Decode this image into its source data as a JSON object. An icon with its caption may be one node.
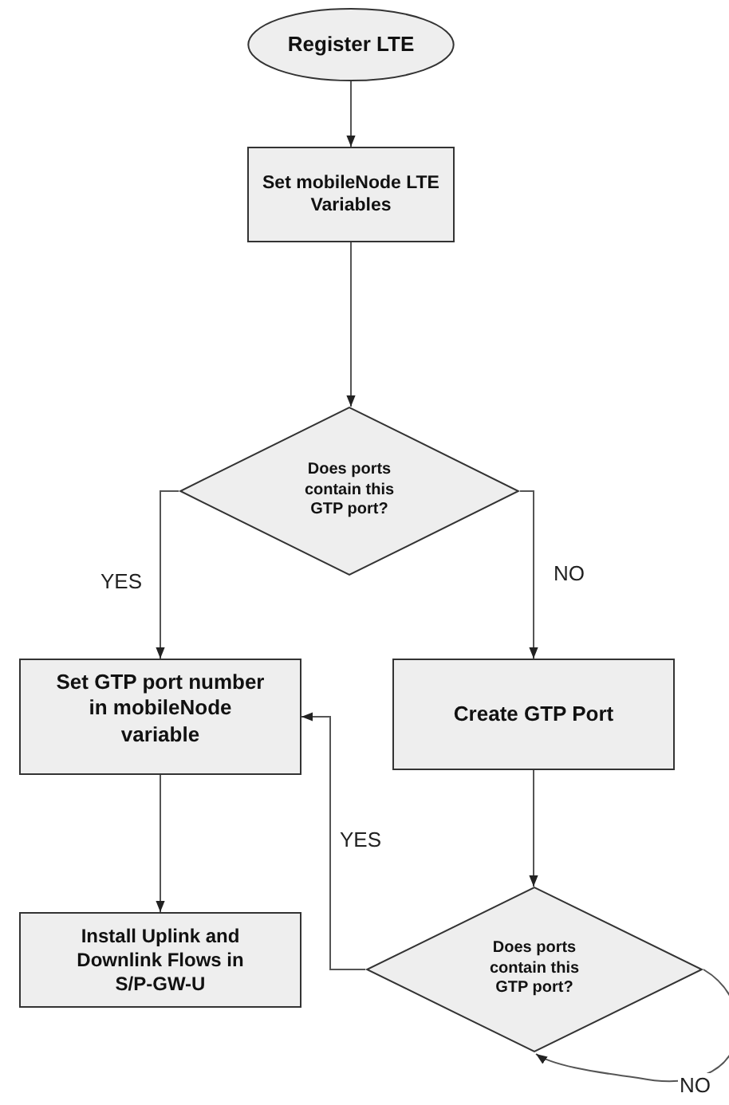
{
  "diagram": {
    "nodes": [
      {
        "text": [
          "Register LTE"
        ]
      },
      {
        "text": [
          "Set mobileNode LTE Variables"
        ]
      },
      {
        "text": [
          "Does ports contain this GTP port?"
        ]
      },
      {
        "text": [
          "Set GTP port number in mobileNode variable"
        ]
      },
      {
        "text": [
          "Create GTP Port"
        ]
      },
      {
        "text": [
          "Install Uplink and Downlink Flows in S/P-GW-U"
        ]
      },
      {
        "text": [
          "Does ports contain this GTP port?"
        ]
      }
    ],
    "edges": [
      {
        "from": 0,
        "to": 1,
        "arrow": "to"
      },
      {
        "from": 1,
        "to": 2,
        "arrow": "to"
      },
      {
        "from": 2,
        "to": 3,
        "arrow": "to",
        "label": "YES"
      },
      {
        "from": 2,
        "to": 4,
        "arrow": "to",
        "label": "NO"
      },
      {
        "from": 3,
        "to": 5,
        "arrow": "to"
      },
      {
        "from": 4,
        "to": 6,
        "arrow": "to"
      },
      {
        "from": 6,
        "to": 3,
        "arrow": "to",
        "label": "YES"
      },
      {
        "from": 6,
        "to": 6,
        "arrow": "to",
        "label": "NO"
      }
    ]
  }
}
